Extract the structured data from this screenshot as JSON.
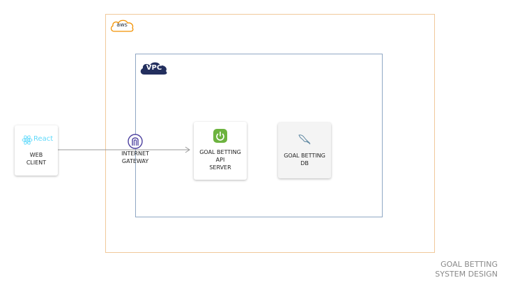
{
  "diagram": {
    "aws_label": "aws",
    "vpc_label": "VPC",
    "web_client": {
      "brand": "React",
      "label": "WEB\nCLIENT"
    },
    "gateway": {
      "label": "INTERNET\nGATEWAY"
    },
    "api_server": {
      "label": "GOAL BETTING\nAPI\nSERVER"
    },
    "database": {
      "label": "GOAL BETTING\nDB"
    },
    "caption": "GOAL BETTING\nSYSTEM DESIGN"
  },
  "colors": {
    "aws_border": "#f0c89a",
    "aws_orange": "#f29100",
    "vpc_border": "#8fa7c4",
    "vpc_fill": "#232f5e",
    "react": "#61dafb",
    "spring": "#6db33f",
    "gateway": "#4b3f9e",
    "arrow": "#999999",
    "mysql": "#5d87a1"
  },
  "icons": {
    "aws": "aws-cloud-icon",
    "vpc": "vpc-cloud-icon",
    "react": "react-icon",
    "gateway": "internet-gateway-icon",
    "spring": "spring-power-icon",
    "mysql": "mysql-dolphin-icon"
  }
}
